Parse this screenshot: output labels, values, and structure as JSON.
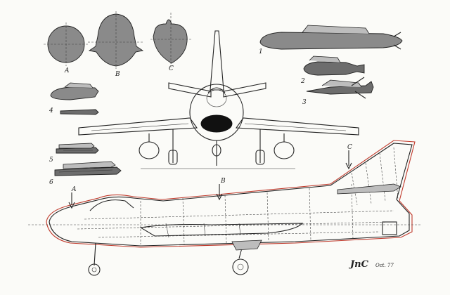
{
  "labels": {
    "section_a": "A",
    "section_b": "B",
    "section_c": "C",
    "store_1": "1",
    "store_2": "2",
    "store_3": "3",
    "store_4": "4",
    "store_5": "5",
    "store_6": "6",
    "side_a": "A",
    "side_b": "B",
    "side_c": "C"
  },
  "signature": {
    "initials": "JnC",
    "date": "Oct. 77"
  }
}
